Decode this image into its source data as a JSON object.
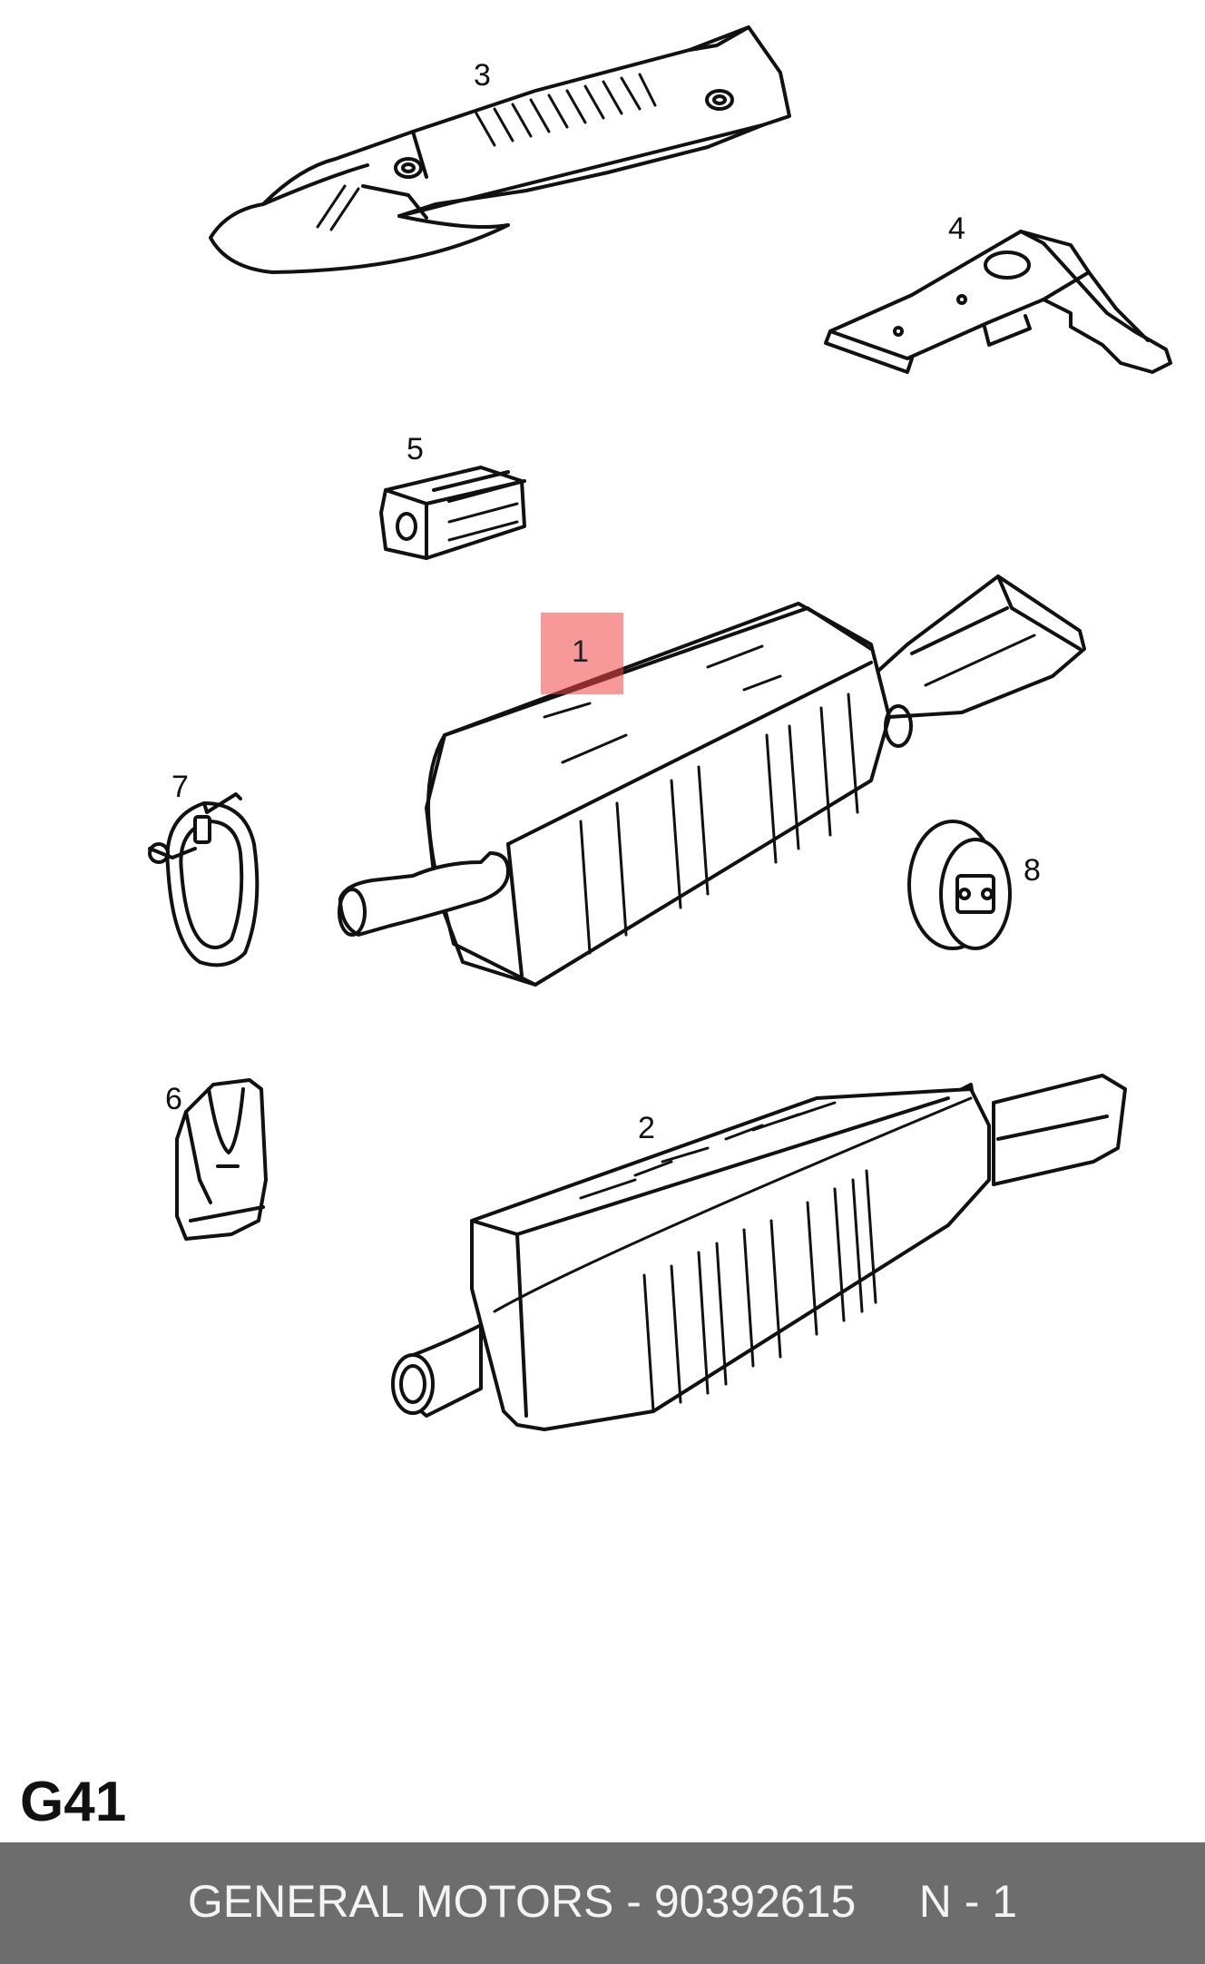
{
  "diagram": {
    "section_code": "G41",
    "callouts": {
      "part_1": "1",
      "part_2": "2",
      "part_3": "3",
      "part_4": "4",
      "part_5": "5",
      "part_6": "6",
      "part_7": "7",
      "part_8": "8"
    },
    "highlight_color": "#f04646",
    "highlighted_part": "1"
  },
  "footer": {
    "text": "GENERAL MOTORS - 90392615     N - 1",
    "background_color": "#6d6d6d",
    "text_color": "#f4f4f4"
  }
}
